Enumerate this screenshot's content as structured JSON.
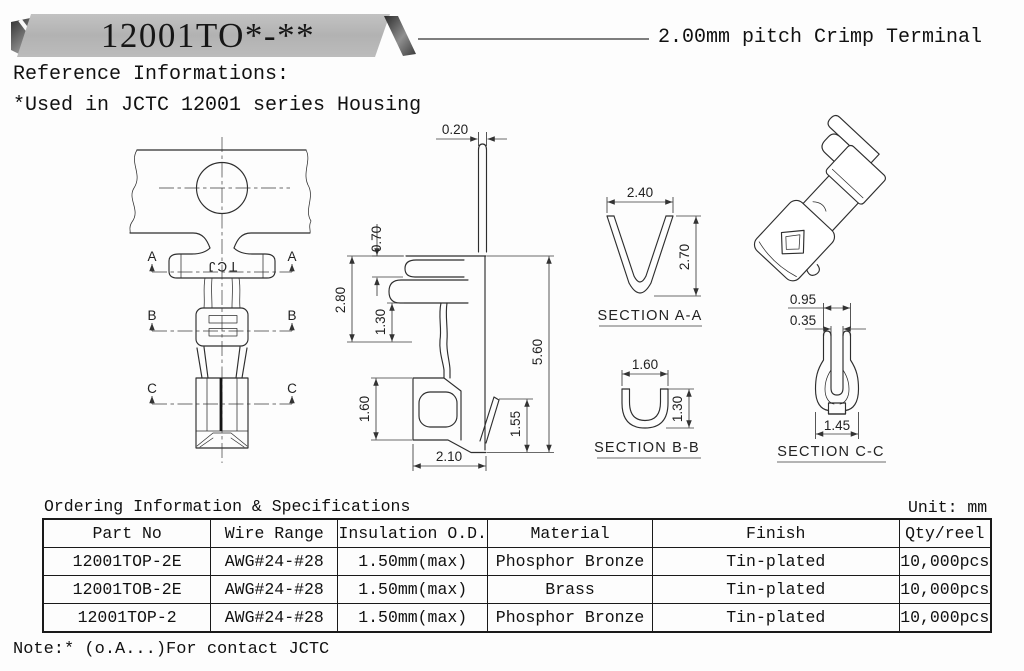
{
  "header": {
    "banner_text": "12001TO*-**",
    "product_title": "2.00mm pitch Crimp Terminal"
  },
  "reference": {
    "title": "Reference Informations:",
    "housing_note": "*Used in JCTC 12001 series Housing"
  },
  "front_view": {
    "section_a": "A",
    "section_b": "B",
    "section_c": "C",
    "stamp": "TCJ"
  },
  "side_view": {
    "dim_tab_thickness": "0.20",
    "dim_top_flange": "0.70",
    "dim_upper_body": "2.80",
    "dim_mid_section": "1.30",
    "dim_lower_block": "1.60",
    "dim_total_height": "5.60",
    "dim_lance": "1.55",
    "dim_base_width": "2.10"
  },
  "section_aa": {
    "label": "SECTION A-A",
    "dim_width": "2.40",
    "dim_height": "2.70"
  },
  "section_bb": {
    "label": "SECTION B-B",
    "dim_width": "1.60",
    "dim_height": "1.30"
  },
  "section_cc": {
    "label": "SECTION C-C",
    "dim_outer_width": "0.95",
    "dim_slot_width": "0.35",
    "dim_base_width": "1.45"
  },
  "ordering": {
    "title": "Ordering Information & Specifications",
    "unit": "Unit: mm",
    "headers": [
      "Part No",
      "Wire Range",
      "Insulation O.D.",
      "Material",
      "Finish",
      "Qty/reel"
    ],
    "rows": [
      [
        "12001TOP-2E",
        "AWG#24-#28",
        "1.50mm(max)",
        "Phosphor Bronze",
        "Tin-plated",
        "10,000pcs"
      ],
      [
        "12001TOB-2E",
        "AWG#24-#28",
        "1.50mm(max)",
        "Brass",
        "Tin-plated",
        "10,000pcs"
      ],
      [
        "12001TOP-2",
        "AWG#24-#28",
        "1.50mm(max)",
        "Phosphor Bronze",
        "Tin-plated",
        "10,000pcs"
      ]
    ]
  },
  "footnote": "Note:* (o.A...)For contact JCTC"
}
